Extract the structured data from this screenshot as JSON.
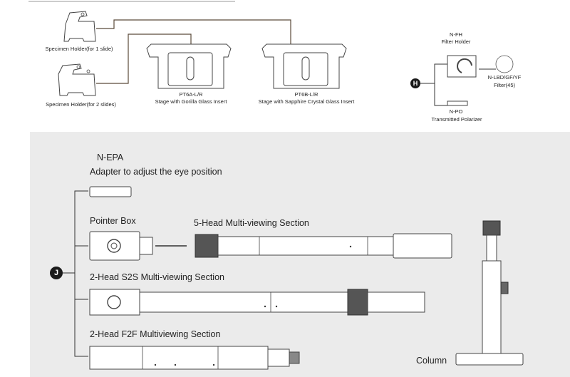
{
  "top": {
    "specimen_holder_1": "Specimen Holder(for 1 slide)",
    "specimen_holder_2": "Specimen Holder(for 2 slides)",
    "stage_a_code": "PT6A-L/R",
    "stage_a_desc": "Stage with Gorilla Glass Insert",
    "stage_b_code": "PT6B-L/R",
    "stage_b_desc": "Stage with Sapphire Crystal Glass Insert",
    "badge_h": "H",
    "filter_holder_code": "N-FH",
    "filter_holder_desc": "Filter Holder",
    "filter_code": "N-LBD/GF/YF",
    "filter_desc": "Filter(45)",
    "polarizer_code": "N-PO",
    "polarizer_desc": "Transmitted Polarizer"
  },
  "bottom": {
    "epa_code": "N-EPA",
    "epa_desc": "Adapter to adjust the eye position",
    "pointer_box": "Pointer Box",
    "five_head": "5-Head Multi-viewing Section",
    "two_head_s2s": "2-Head S2S Multi-viewing Section",
    "two_head_f2f": "2-Head F2F Multiviewing Section",
    "badge_j": "J",
    "column": "Column"
  },
  "colors": {
    "panel": "#ebebeb",
    "line": "#333333",
    "brown_line": "#5a4a3a",
    "badge": "#1a1a1a"
  }
}
